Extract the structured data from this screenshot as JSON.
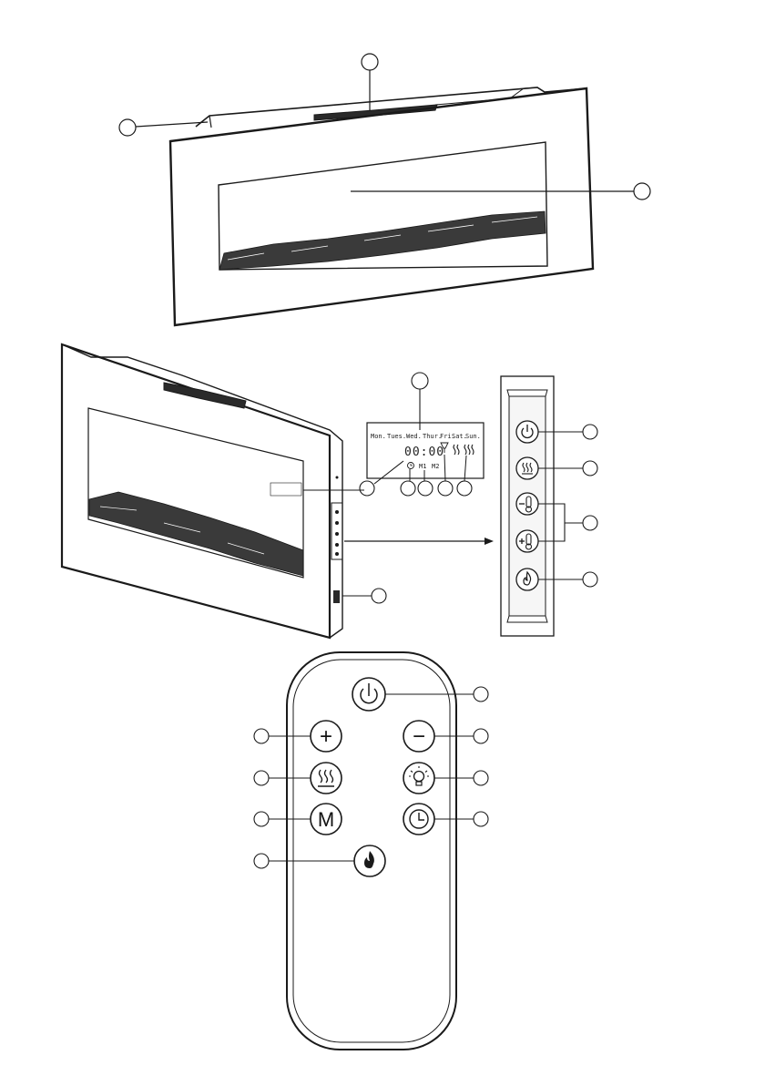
{
  "display": {
    "days": [
      "Mon.",
      "Tues.",
      "Wed.",
      "Thur.",
      "Fri.",
      "Sat.",
      "Sun."
    ],
    "time": "00:00",
    "mode_m1": "M1",
    "mode_m2": "M2"
  },
  "panel_buttons": [
    {
      "icon": "power-icon"
    },
    {
      "icon": "heat-icon"
    },
    {
      "icon": "temperature-down-icon"
    },
    {
      "icon": "temperature-up-icon"
    },
    {
      "icon": "flame-icon"
    }
  ],
  "remote": {
    "plus": "+",
    "minus": "−",
    "mode": "M",
    "icons": [
      "power-icon",
      "plus-icon",
      "minus-icon",
      "heat-icon",
      "light-bulb-icon",
      "mode-icon",
      "timer-icon",
      "flame-icon"
    ]
  },
  "colors": {
    "ink": "#1a1a1a",
    "background": "#ffffff",
    "panel_fill": "#f6f6f6"
  }
}
